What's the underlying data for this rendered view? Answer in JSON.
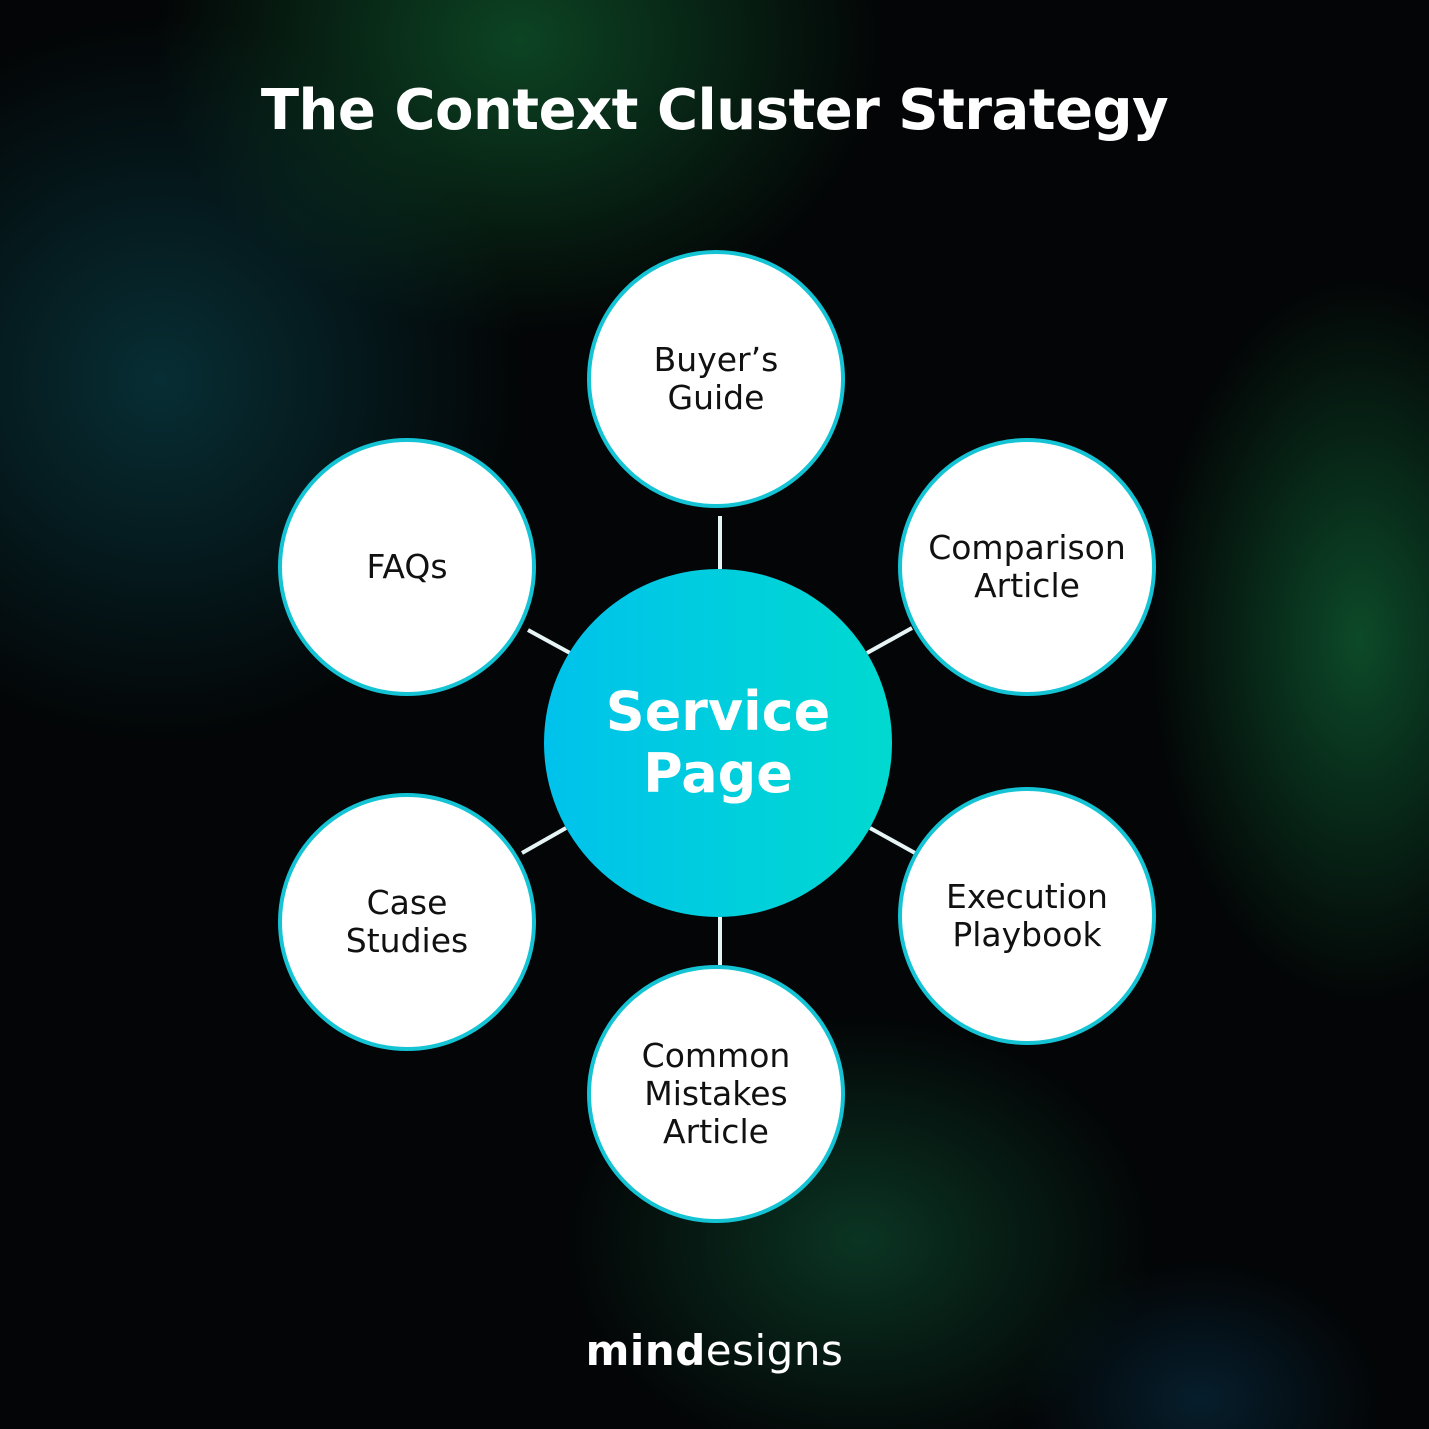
{
  "title": "The Context Cluster Strategy",
  "center": {
    "label": "Service\nPage"
  },
  "nodes": [
    {
      "label": "Buyer’s\nGuide"
    },
    {
      "label": "Comparison\nArticle"
    },
    {
      "label": "Execution\nPlaybook"
    },
    {
      "label": "Common\nMistakes\nArticle"
    },
    {
      "label": "Case\nStudies"
    },
    {
      "label": "FAQs"
    }
  ],
  "logo": {
    "bold_part": "mind",
    "light_part": "esigns"
  },
  "colors": {
    "node_border": "#14c3d4",
    "center_gradient_start": "#00c2ec",
    "center_gradient_end": "#00d9d0",
    "connector": "#e6f4f6"
  }
}
